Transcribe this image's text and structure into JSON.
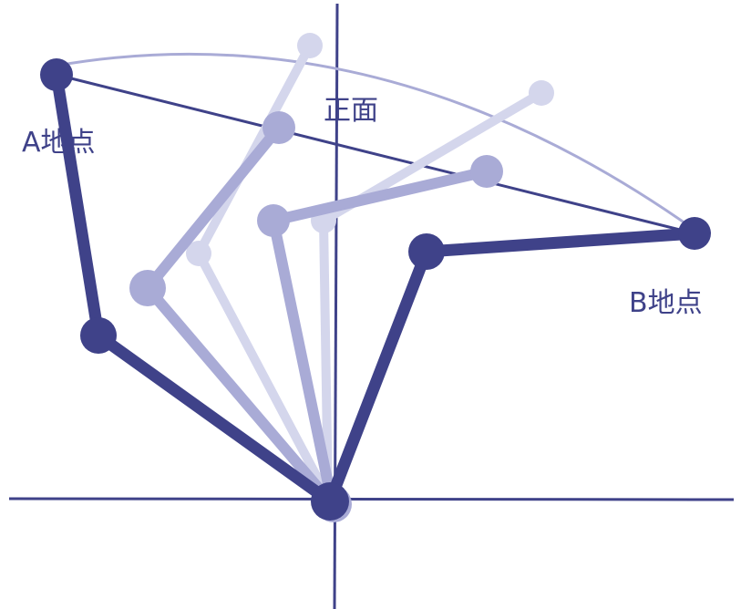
{
  "labels": {
    "front": "正面",
    "point_a": "A地点",
    "point_b": "B地点"
  },
  "colors": {
    "dark": "#3f4289",
    "mid": "#a9abd6",
    "light": "#d4d6ec"
  }
}
